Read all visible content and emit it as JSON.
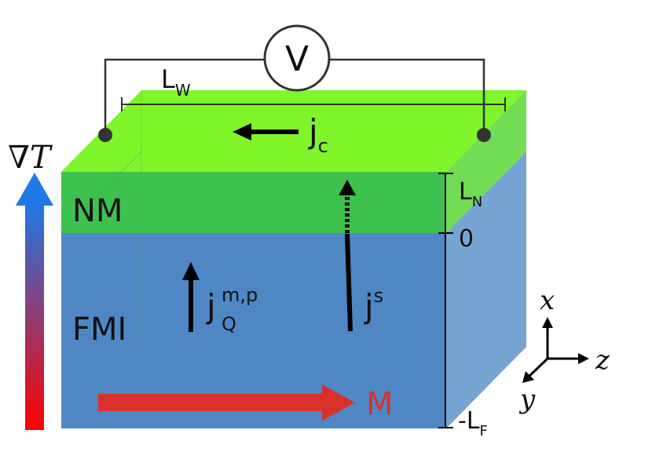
{
  "voltmeter": {
    "symbol": "V"
  },
  "labels": {
    "width": {
      "main": "L",
      "sub": "W"
    },
    "charge_current": {
      "main": "j",
      "sub": "c"
    },
    "nm_layer": "NM",
    "fmi_layer": "FMI",
    "heat_current": {
      "main": "j",
      "sup": "m,p",
      "sub": "Q"
    },
    "spin_current": {
      "main": "j",
      "sup": "s"
    },
    "magnetization": "M",
    "gradient": "∇T"
  },
  "thickness_axis": {
    "top": {
      "main": "L",
      "sub": "N"
    },
    "zero": "0",
    "bottom": {
      "main": "-L",
      "sub": "F"
    }
  },
  "coordinate_axes": {
    "x": "x",
    "y": "y",
    "z": "z"
  },
  "colors": {
    "nm_top": "#80f028",
    "nm_front": "#3cc252",
    "fmi_front": "#4f88c6",
    "fmi_side": "#74a3d2",
    "magnetization": "#d9302b",
    "gradient_top": "#1f78e6",
    "gradient_bottom": "#ff0000"
  }
}
